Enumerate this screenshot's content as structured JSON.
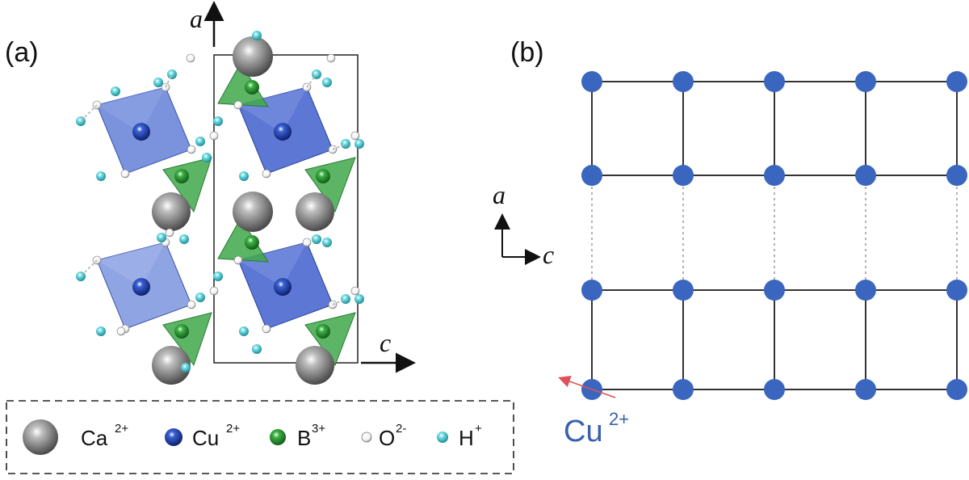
{
  "panel_a": {
    "label": "(a)",
    "axis_a": "a",
    "axis_c": "c"
  },
  "panel_b": {
    "label": "(b)",
    "axis_a": "a",
    "axis_c": "c",
    "ion_label": "Cu",
    "ion_charge": "2+",
    "lattice_columns": 5,
    "upper_layer_rows": 2,
    "lower_layer_rows": 2
  },
  "legend": [
    {
      "symbol": "Ca",
      "charge": "2+",
      "color": "#7a7a7a"
    },
    {
      "symbol": "Cu",
      "charge": "2+",
      "color": "#1f3f9e"
    },
    {
      "symbol": "B",
      "charge": "3+",
      "color": "#2f9a2f"
    },
    {
      "symbol": "O",
      "charge": "2-",
      "color": "#ffffff"
    },
    {
      "symbol": "H",
      "charge": "+",
      "color": "#5ccfd6"
    }
  ],
  "colors": {
    "cu_node": "#3a66c0",
    "octahedron": "#4f6fd0",
    "triangle": "#3fa84a",
    "line": "#333333",
    "dotted": "#999999",
    "pointer": "#e0505a"
  }
}
